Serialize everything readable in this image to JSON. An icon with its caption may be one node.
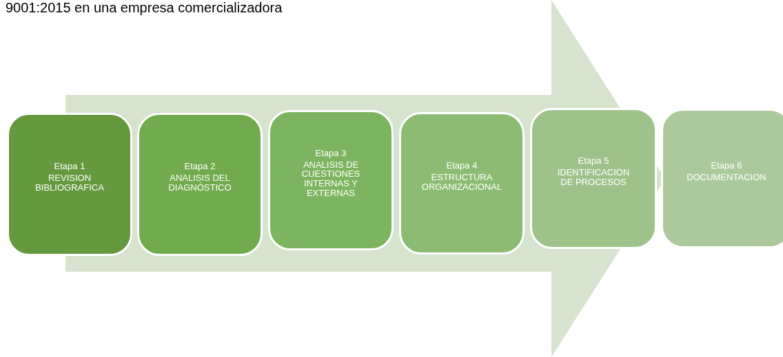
{
  "diagram": {
    "nodes": [
      {
        "text": [
          "Etapa 1",
          "REVISION BIBLIOGRAFICA"
        ]
      },
      {
        "text": [
          "Etapa 2",
          "ANALISIS DEL DIAGNÓSTICO"
        ]
      },
      {
        "text": [
          "Etapa 3",
          "ANALISIS DE CUESTIONES INTERNAS Y EXTERNAS"
        ]
      },
      {
        "text": [
          "Etapa 4",
          "ESTRUCTURA ORGANIZACIONAL"
        ]
      },
      {
        "text": [
          "Etapa 5",
          "IDENTIFICACION DE PROCESOS"
        ]
      },
      {
        "text": [
          "Etapa 6",
          "DOCUMENTACION"
        ]
      }
    ],
    "edges": [
      {
        "from": 0,
        "to": 5,
        "arrow": "to"
      }
    ],
    "labels": [
      "9001:2015 en una empresa comercializadora"
    ]
  }
}
